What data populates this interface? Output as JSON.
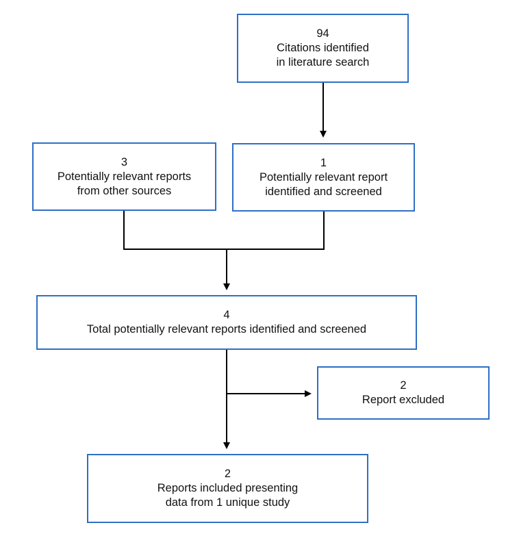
{
  "diagram": {
    "nodes": {
      "citations": {
        "count": "94",
        "line1": "Citations identified",
        "line2": "in literature search"
      },
      "other_sources": {
        "count": "3",
        "line1": "Potentially relevant reports",
        "line2": "from other sources"
      },
      "screened": {
        "count": "1",
        "line1": "Potentially relevant report",
        "line2": "identified and screened"
      },
      "total": {
        "count": "4",
        "line1": "Total potentially relevant reports identified and screened"
      },
      "excluded": {
        "count": "2",
        "line1": "Report excluded"
      },
      "included": {
        "count": "2",
        "line1": "Reports included presenting",
        "line2": "data from 1 unique study"
      }
    },
    "edges": [
      {
        "from": "citations",
        "to": "screened"
      },
      {
        "from": "other_sources",
        "to": "total"
      },
      {
        "from": "screened",
        "to": "total"
      },
      {
        "from": "total",
        "to": "excluded"
      },
      {
        "from": "total",
        "to": "included"
      }
    ],
    "colors": {
      "box_border": "#2e6fc4",
      "connector": "#000000",
      "text": "#111111"
    }
  }
}
